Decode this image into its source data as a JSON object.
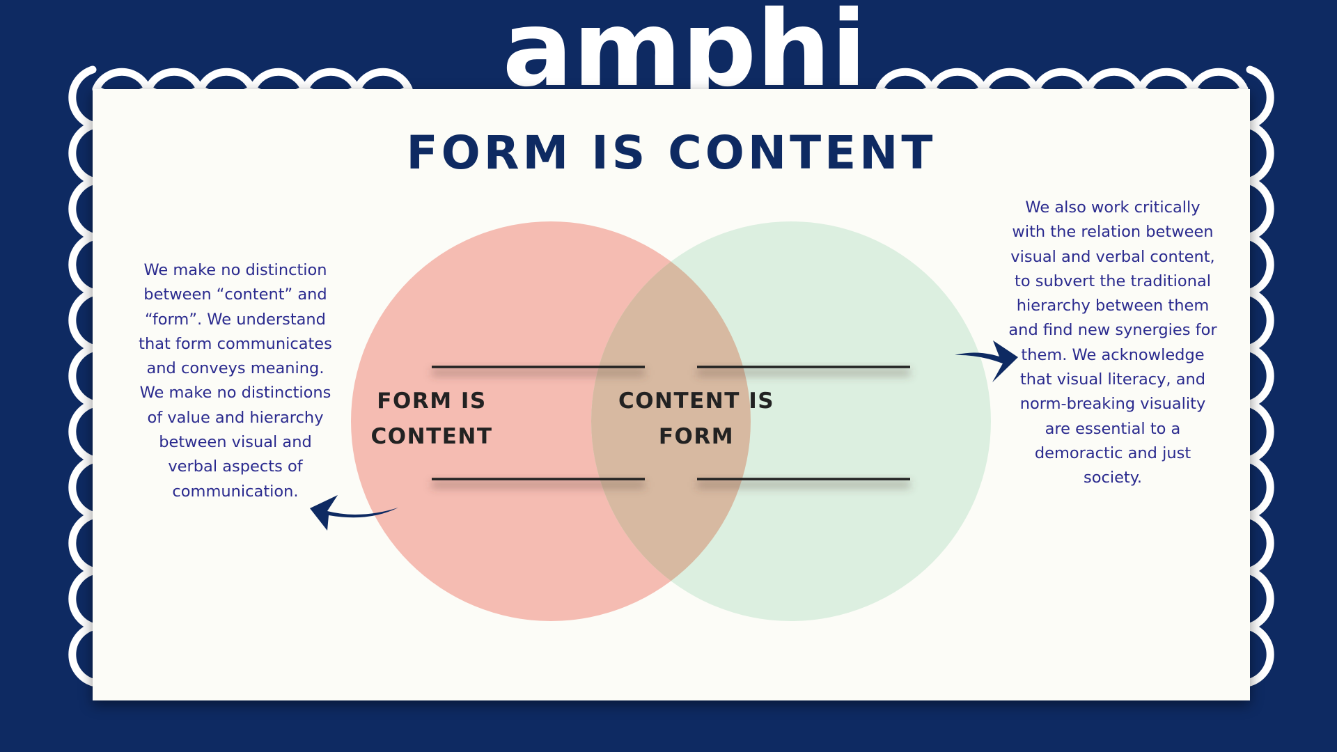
{
  "brand": {
    "logo_text": "amphi"
  },
  "title": "FORM IS CONTENT",
  "venn": {
    "left_label": "FORM IS CONTENT",
    "right_label": "CONTENT IS FORM"
  },
  "left_text": "We make no distinction between “content” and “form”. We understand that form communicates and conveys meaning. We make no distinctions of value and hierarchy between visual and verbal aspects of communication.",
  "right_text": "We also work critically with the relation between visual and verbal content, to subvert the traditional hierarchy between them and find new synergies for them. We acknowledge that visual literacy, and norm-breaking visuality are essential to a demoractic and just society.",
  "colors": {
    "background": "#0e2a62",
    "panel": "#fcfcf7",
    "left_circle": "#f5bcb2",
    "right_circle": "#dcefe0",
    "overlap": "#d7b9a1",
    "text": "#2a2a8e",
    "frame": "#ffffff"
  }
}
